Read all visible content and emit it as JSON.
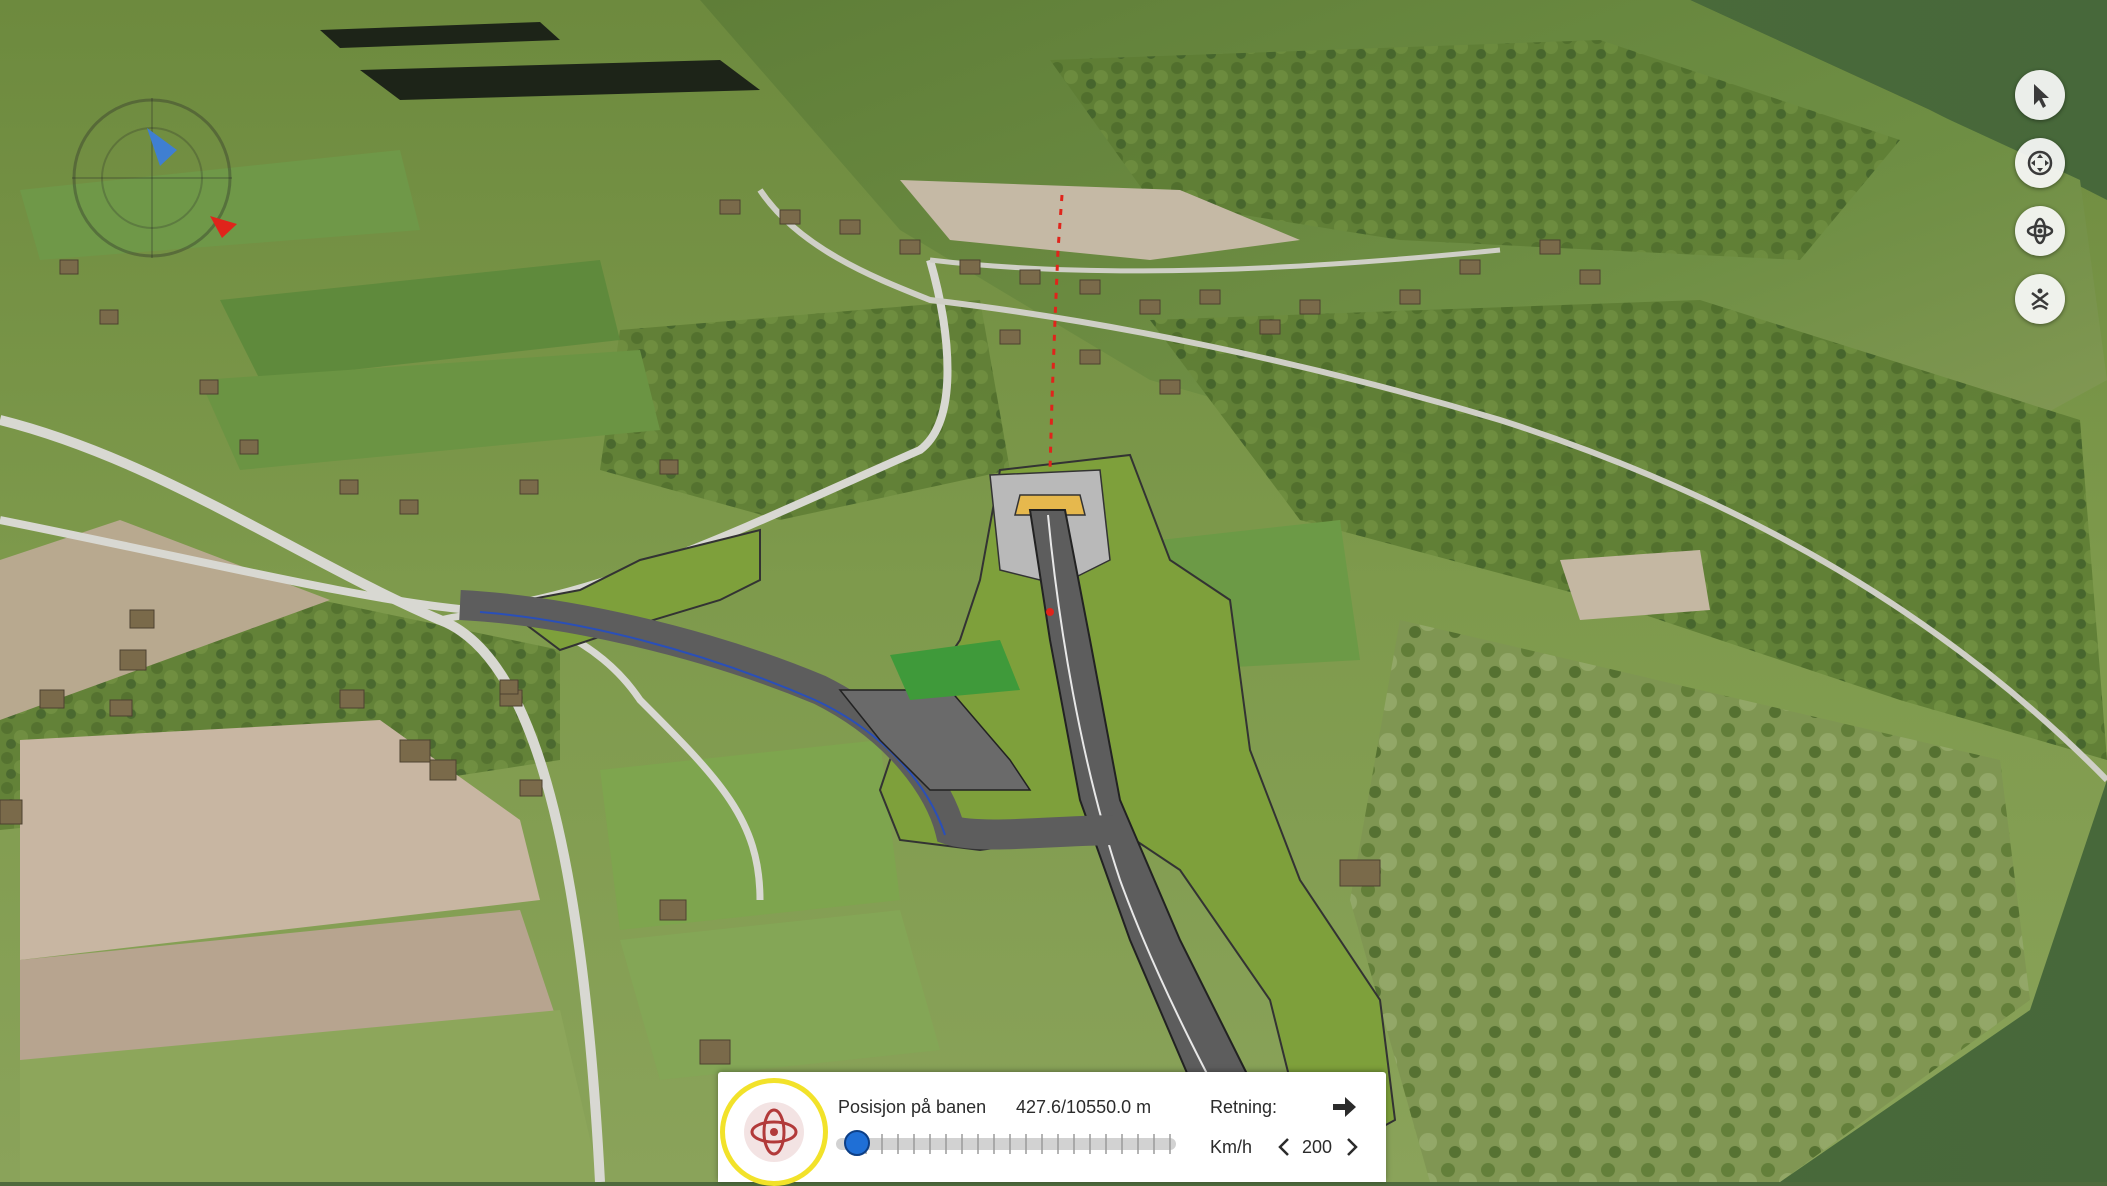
{
  "flight_panel": {
    "position_label": "Posisjon på banen",
    "position_value": "427.6/10550.0 m",
    "position_progress": 0.0405,
    "direction_label": "Retning:",
    "direction_icon": "arrow-right-icon",
    "speed_unit_label": "Km/h",
    "speed_value": "200",
    "nav_icon": "orbit-navigation-icon",
    "highlight_color": "#f2e22a",
    "accent_color": "#1f6fd6"
  },
  "nav_toolbar": [
    {
      "icon": "pointer-arrow-icon"
    },
    {
      "icon": "pan-move-icon"
    },
    {
      "icon": "orbit-icon"
    },
    {
      "icon": "fly-walk-icon"
    }
  ],
  "compass": {
    "icon": "compass-icon"
  },
  "scene": {
    "terrain_color": "#6e8c46",
    "road_design_color": "#5d5d5d",
    "embankment_color": "#7ea03b",
    "alignment_marker_color": "#e0241b"
  }
}
